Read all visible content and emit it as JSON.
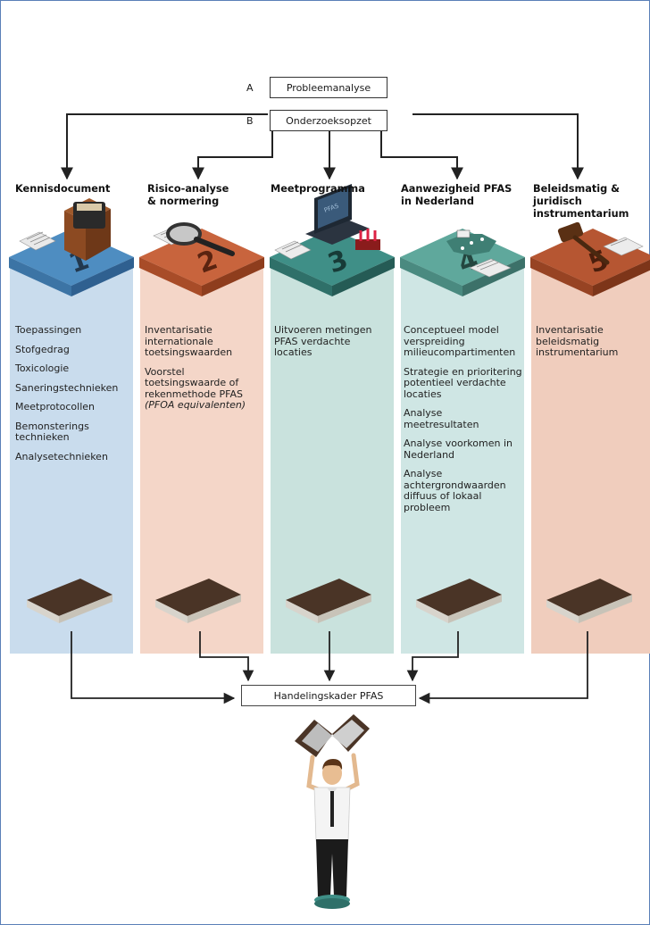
{
  "top": {
    "a_label": "A",
    "a_box": "Probleemanalyse",
    "b_label": "B",
    "b_box": "Onderzoeksopzet"
  },
  "columns": [
    {
      "title_lines": [
        "Kennisdocument"
      ],
      "number": "1",
      "color": "#c9dced",
      "tile_top": "#4e8dc1",
      "items": [
        "Toepassingen",
        "Stofgedrag",
        "Toxicologie",
        "Saneringstechnieken",
        "Meetprotocollen",
        "Bemonsterings technieken",
        "Analysetechnieken"
      ]
    },
    {
      "title_lines": [
        "Risico-analyse",
        "& normering"
      ],
      "number": "2",
      "color": "#f4d6c8",
      "tile_top": "#c8643d",
      "items": [
        "Inventarisatie internationale toetsingswaarden",
        "Voorstel toetsingswaarde of rekenmethode PFAS"
      ],
      "note": "(PFOA equivalenten)"
    },
    {
      "title_lines": [
        "Meetprogramma"
      ],
      "number": "3",
      "color": "#c9e2dd",
      "tile_top": "#3f8f87",
      "items": [
        "Uitvoeren metingen PFAS verdachte locaties"
      ]
    },
    {
      "title_lines": [
        "Aanwezigheid PFAS",
        "in Nederland"
      ],
      "number": "4",
      "color": "#cfe6e4",
      "tile_top": "#5fa89c",
      "items": [
        "Conceptueel model verspreiding milieucompartimenten",
        "Strategie en prioritering potentieel verdachte locaties",
        "Analyse meetresultaten",
        "Analyse voorkomen in Nederland",
        "Analyse achtergrondwaarden diffuus of lokaal probleem"
      ]
    },
    {
      "title_lines": [
        "Beleidsmatig &",
        "juridisch",
        "instrumentarium"
      ],
      "number": "5",
      "color": "#f0cdbd",
      "tile_top": "#b65632",
      "items": [
        "Inventarisatie beleidsmatig instrumentarium"
      ]
    }
  ],
  "laptop_screen_text": "PFAS",
  "bottom_box": "Handelingskader PFAS",
  "colors": {
    "border": "#5a7fb8",
    "arrow": "#222222",
    "book_cover": "#4a3426",
    "book_pages": "#d8d4cc"
  }
}
